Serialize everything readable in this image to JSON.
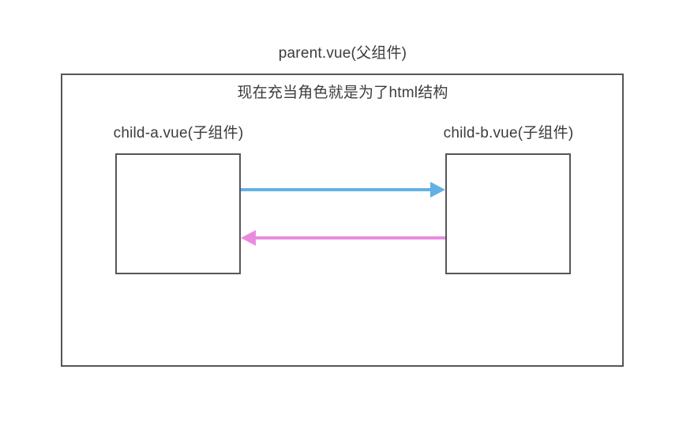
{
  "diagram": {
    "type": "component-communication-diagram",
    "background_color": "#ffffff",
    "parent": {
      "title": "parent.vue(父组件)",
      "note": "现在充当角色就是为了html结构",
      "border_color": "#565656"
    },
    "children": [
      {
        "id": "child-a",
        "title": "child-a.vue(子组件)",
        "border_color": "#565656"
      },
      {
        "id": "child-b",
        "title": "child-b.vue(子组件)",
        "border_color": "#565656"
      }
    ],
    "arrows": [
      {
        "id": "a-to-b",
        "direction": "right",
        "from": "child-a",
        "to": "child-b",
        "color": "#64b0e3",
        "label": ""
      },
      {
        "id": "b-to-a",
        "direction": "left",
        "from": "child-b",
        "to": "child-a",
        "color": "#ea8cdd",
        "label": ""
      }
    ]
  }
}
